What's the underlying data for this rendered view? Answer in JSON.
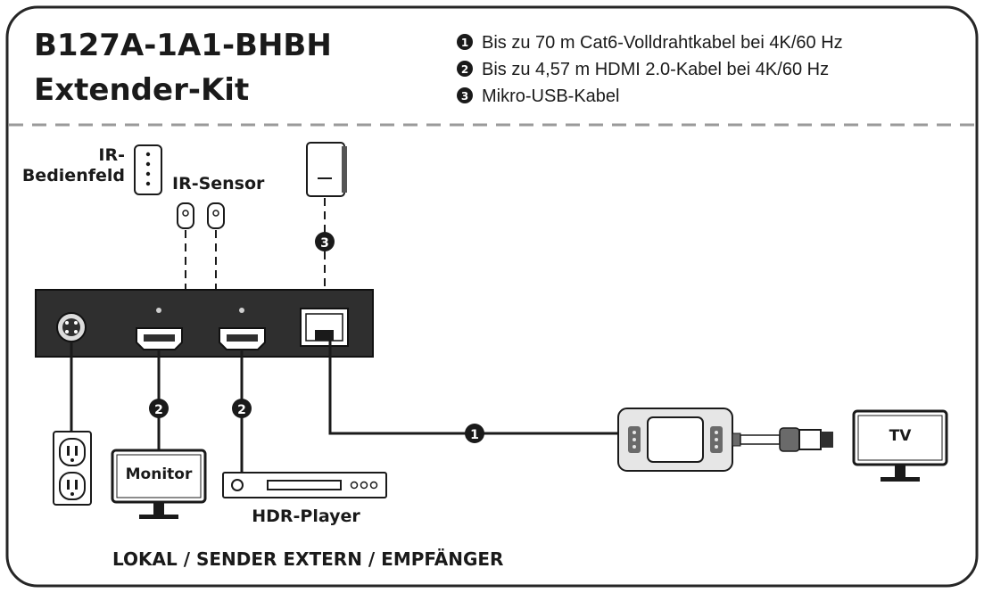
{
  "header": {
    "title_line1": "B127A-1A1-BHBH",
    "title_line2": "Extender-Kit"
  },
  "legend": {
    "items": [
      {
        "number": "1",
        "text": "Bis zu 70 m Cat6-Volldrahtkabel bei 4K/60 Hz"
      },
      {
        "number": "2",
        "text": "Bis zu 4,57 m HDMI 2.0-Kabel bei 4K/60 Hz"
      },
      {
        "number": "3",
        "text": "Mikro-USB-Kabel"
      }
    ]
  },
  "labels": {
    "ir_panel_line1": "IR-",
    "ir_panel_line2": "Bedienfeld",
    "ir_sensor": "IR-Sensor",
    "monitor": "Monitor",
    "hdr_player": "HDR-Player",
    "tv": "TV"
  },
  "badges": {
    "usb": "3",
    "hdmi_monitor": "2",
    "hdmi_player": "2",
    "cat6": "1"
  },
  "footer": {
    "caption": "LOKAL / SENDER EXTERN / EMPFÄNGER"
  }
}
